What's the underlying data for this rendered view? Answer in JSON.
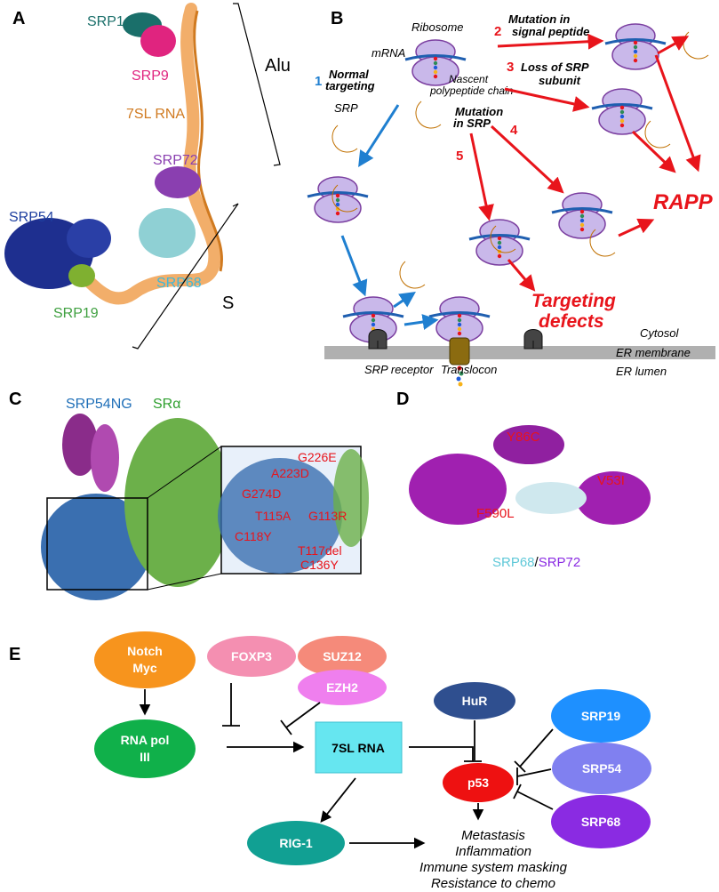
{
  "panels": {
    "a": "A",
    "b": "B",
    "c": "C",
    "d": "D",
    "e": "E"
  },
  "panel_a": {
    "srp14": "SRP14",
    "srp9": "SRP9",
    "rna": "7SL RNA",
    "srp72": "SRP72",
    "srp54": "SRP54",
    "srp68": "SRP68",
    "srp19": "SRP19",
    "alu": "Alu",
    "s": "S"
  },
  "panel_b": {
    "ribosome": "Ribosome",
    "mrna": "mRNA",
    "nascent1": "Nascent",
    "nascent2": "polypeptide chain",
    "n1": "1",
    "normal1": "Normal",
    "normal2": "targeting",
    "srp": "SRP",
    "n2": "2",
    "mut_sig1": "Mutation in",
    "mut_sig2": "signal peptide",
    "n3": "3",
    "loss1": "Loss of SRP",
    "loss2": "subunit",
    "n4": "4",
    "n5": "5",
    "mut_srp1": "Mutation",
    "mut_srp2": "in SRP",
    "rapp": "RAPP",
    "targeting1": "Targeting",
    "targeting2": "defects",
    "cytosol": "Cytosol",
    "er_membrane": "ER membrane",
    "er_lumen": "ER lumen",
    "srp_receptor": "SRP receptor",
    "translocon": "Translocon"
  },
  "panel_c": {
    "srp54ng": "SRP54NG",
    "sra": "SRα",
    "mutations": [
      "G226E",
      "A223D",
      "G274D",
      "T115A",
      "G113R",
      "C118Y",
      "T117del",
      "C136Y"
    ]
  },
  "panel_d": {
    "mutations": [
      "Y86C",
      "V53I",
      "F590L"
    ],
    "caption_a": "SRP68",
    "caption_sep": "/",
    "caption_b": "SRP72"
  },
  "panel_e": {
    "notch1": "Notch",
    "notch2": "Myc",
    "foxp3": "FOXP3",
    "suz12": "SUZ12",
    "ezh2": "EZH2",
    "rnapol1": "RNA pol",
    "rnapol2": "III",
    "rna7sl": "7SL RNA",
    "hur": "HuR",
    "srp19": "SRP19",
    "srp54": "SRP54",
    "srp68": "SRP68",
    "p53": "p53",
    "rig1": "RIG-1",
    "outcomes": [
      "Metastasis",
      "Inflammation",
      "Immune system masking",
      "Resistance to chemo"
    ]
  },
  "colors": {
    "notch": "#f7941d",
    "foxp3": "#f48fb1",
    "suz12": "#f58a7a",
    "ezh2": "#ef7fee",
    "rnapol": "#10b04a",
    "rna7sl": "#66e6f0",
    "hur": "#2f4f8f",
    "srp19": "#1e90ff",
    "srp54": "#8080f0",
    "srp68": "#8a2be2",
    "p53": "#ee1111",
    "rig1": "#11a093",
    "red_arrow": "#e8141b",
    "blue_arrow": "#1f7fd0",
    "ribosome": "#c9b8ea",
    "srp_crescent": "#f7b219"
  }
}
